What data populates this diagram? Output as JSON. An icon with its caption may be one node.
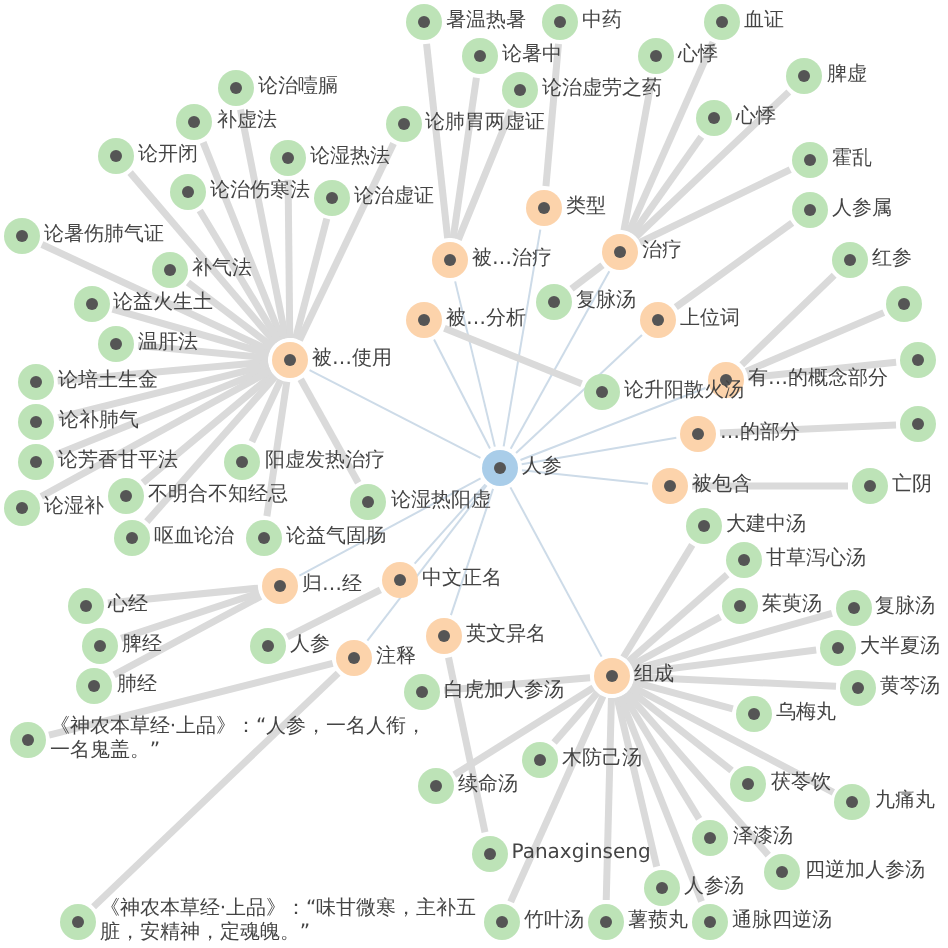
{
  "diagram": {
    "nodes": [
      {
        "text": [
          "人参"
        ]
      },
      {
        "text": [
          "被…使用"
        ]
      },
      {
        "text": [
          "被…治疗"
        ]
      },
      {
        "text": [
          "类型"
        ]
      },
      {
        "text": [
          "被…分析"
        ]
      },
      {
        "text": [
          "治疗"
        ]
      },
      {
        "text": [
          "上位词"
        ]
      },
      {
        "text": [
          "有…的概念部分"
        ]
      },
      {
        "text": [
          "…的部分"
        ]
      },
      {
        "text": [
          "被包含"
        ]
      },
      {
        "text": [
          "归…经"
        ]
      },
      {
        "text": [
          "中文正名"
        ]
      },
      {
        "text": [
          "注释"
        ]
      },
      {
        "text": [
          "英文异名"
        ]
      },
      {
        "text": [
          "组成"
        ]
      },
      {
        "text": [
          "暑温热暑"
        ]
      },
      {
        "text": [
          "论暑中"
        ]
      },
      {
        "text": [
          "中药"
        ]
      },
      {
        "text": [
          "论治虚劳之药"
        ]
      },
      {
        "text": [
          "心悸"
        ]
      },
      {
        "text": [
          "血证"
        ]
      },
      {
        "text": [
          "心悸"
        ]
      },
      {
        "text": [
          "脾虚"
        ]
      },
      {
        "text": [
          "霍乱"
        ]
      },
      {
        "text": [
          "复脉汤"
        ]
      },
      {
        "text": [
          "论升阳散火汤"
        ]
      },
      {
        "text": [
          "人参属"
        ]
      },
      {
        "text": [
          "红参"
        ]
      },
      {
        "text": [],
        "shape": "circle"
      },
      {
        "text": [],
        "shape": "circle"
      },
      {
        "text": [],
        "shape": "circle"
      },
      {
        "text": [
          "亡阴"
        ]
      },
      {
        "text": [
          "补虚法"
        ]
      },
      {
        "text": [
          "论治噎膈"
        ]
      },
      {
        "text": [
          "论肺胃两虚证"
        ]
      },
      {
        "text": [
          "论开闭"
        ]
      },
      {
        "text": [
          "补气法"
        ]
      },
      {
        "text": [
          "论湿热法"
        ]
      },
      {
        "text": [
          "论治伤寒法"
        ]
      },
      {
        "text": [
          "论治虚证"
        ]
      },
      {
        "text": [
          "论暑伤肺气证"
        ]
      },
      {
        "text": [
          "论益火生土"
        ]
      },
      {
        "text": [
          "论培土生金"
        ]
      },
      {
        "text": [
          "温肝法"
        ]
      },
      {
        "text": [
          "论补肺气"
        ]
      },
      {
        "text": [
          "不明合不知经忌"
        ]
      },
      {
        "text": [
          "阳虚发热治疗"
        ]
      },
      {
        "text": [
          "论芳香甘平法"
        ]
      },
      {
        "text": [
          "论湿补"
        ]
      },
      {
        "text": [
          "呕血论治"
        ]
      },
      {
        "text": [
          "论益气固肠"
        ]
      },
      {
        "text": [
          "论湿热阳虚"
        ]
      },
      {
        "text": [
          "心经"
        ]
      },
      {
        "text": [
          "脾经"
        ]
      },
      {
        "text": [
          "肺经"
        ]
      },
      {
        "text": [
          "人参"
        ]
      },
      {
        "text": [
          "《神农本草经·上品》：“人参，一名人衔，一名鬼盖。”"
        ]
      },
      {
        "text": [
          "Panaxginseng"
        ]
      },
      {
        "text": [
          "《神农本草经·上品》：“味甘微寒，主补五脏，安精神，定魂魄。”"
        ]
      },
      {
        "text": [
          "大建中汤"
        ]
      },
      {
        "text": [
          "甘草泻心汤"
        ]
      },
      {
        "text": [
          "复脉汤"
        ]
      },
      {
        "text": [
          "茱萸汤"
        ]
      },
      {
        "text": [
          "大半夏汤"
        ]
      },
      {
        "text": [
          "乌梅丸"
        ]
      },
      {
        "text": [
          "黄芩汤"
        ]
      },
      {
        "text": [
          "茯苓饮"
        ]
      },
      {
        "text": [
          "九痛丸"
        ]
      },
      {
        "text": [
          "白虎加人参汤"
        ]
      },
      {
        "text": [
          "续命汤"
        ]
      },
      {
        "text": [
          "木防己汤"
        ]
      },
      {
        "text": [
          "泽漆汤"
        ]
      },
      {
        "text": [
          "四逆加人参汤"
        ]
      },
      {
        "text": [
          "竹叶汤"
        ]
      },
      {
        "text": [
          "薯蓣丸"
        ]
      },
      {
        "text": [
          "人参汤"
        ]
      },
      {
        "text": [
          "通脉四逆汤"
        ]
      }
    ],
    "edges": [
      {
        "from": 0,
        "to": 1,
        "arrow": "none",
        "color": "#cddbe8"
      },
      {
        "from": 0,
        "to": 2,
        "arrow": "none",
        "color": "#cddbe8"
      },
      {
        "from": 0,
        "to": 3,
        "arrow": "none",
        "color": "#cddbe8"
      },
      {
        "from": 0,
        "to": 4,
        "arrow": "none",
        "color": "#cddbe8"
      },
      {
        "from": 0,
        "to": 5,
        "arrow": "none",
        "color": "#cddbe8"
      },
      {
        "from": 0,
        "to": 6,
        "arrow": "none",
        "color": "#cddbe8"
      },
      {
        "from": 0,
        "to": 7,
        "arrow": "none",
        "color": "#cddbe8"
      },
      {
        "from": 0,
        "to": 8,
        "arrow": "none",
        "color": "#cddbe8"
      },
      {
        "from": 0,
        "to": 9,
        "arrow": "none",
        "color": "#cddbe8"
      },
      {
        "from": 0,
        "to": 10,
        "arrow": "none",
        "color": "#cddbe8"
      },
      {
        "from": 0,
        "to": 11,
        "arrow": "none",
        "color": "#cddbe8"
      },
      {
        "from": 0,
        "to": 12,
        "arrow": "none",
        "color": "#cddbe8"
      },
      {
        "from": 0,
        "to": 13,
        "arrow": "none",
        "color": "#cddbe8"
      },
      {
        "from": 0,
        "to": 14,
        "arrow": "none",
        "color": "#cddbe8"
      },
      {
        "from": 2,
        "to": 15,
        "arrow": "none"
      },
      {
        "from": 2,
        "to": 16,
        "arrow": "none"
      },
      {
        "from": 3,
        "to": 17,
        "arrow": "none"
      },
      {
        "from": 2,
        "to": 18,
        "arrow": "none"
      },
      {
        "from": 5,
        "to": 19,
        "arrow": "none"
      },
      {
        "from": 5,
        "to": 20,
        "arrow": "none"
      },
      {
        "from": 5,
        "to": 21,
        "arrow": "none"
      },
      {
        "from": 5,
        "to": 22,
        "arrow": "none"
      },
      {
        "from": 5,
        "to": 23,
        "arrow": "none"
      },
      {
        "from": 5,
        "to": 24,
        "arrow": "none"
      },
      {
        "from": 4,
        "to": 25,
        "arrow": "none"
      },
      {
        "from": 6,
        "to": 26,
        "arrow": "none"
      },
      {
        "from": 7,
        "to": 27,
        "arrow": "none"
      },
      {
        "from": 7,
        "to": 28,
        "arrow": "none"
      },
      {
        "from": 7,
        "to": 29,
        "arrow": "none"
      },
      {
        "from": 8,
        "to": 30,
        "arrow": "none"
      },
      {
        "from": 9,
        "to": 31,
        "arrow": "none"
      },
      {
        "from": 1,
        "to": 32,
        "arrow": "none"
      },
      {
        "from": 1,
        "to": 33,
        "arrow": "none"
      },
      {
        "from": 1,
        "to": 34,
        "arrow": "none"
      },
      {
        "from": 1,
        "to": 35,
        "arrow": "none"
      },
      {
        "from": 1,
        "to": 36,
        "arrow": "none"
      },
      {
        "from": 1,
        "to": 37,
        "arrow": "none"
      },
      {
        "from": 1,
        "to": 38,
        "arrow": "none"
      },
      {
        "from": 1,
        "to": 39,
        "arrow": "none"
      },
      {
        "from": 1,
        "to": 40,
        "arrow": "none"
      },
      {
        "from": 1,
        "to": 41,
        "arrow": "none"
      },
      {
        "from": 1,
        "to": 42,
        "arrow": "none"
      },
      {
        "from": 1,
        "to": 43,
        "arrow": "none"
      },
      {
        "from": 1,
        "to": 44,
        "arrow": "none"
      },
      {
        "from": 1,
        "to": 45,
        "arrow": "none"
      },
      {
        "from": 1,
        "to": 46,
        "arrow": "none"
      },
      {
        "from": 1,
        "to": 47,
        "arrow": "none"
      },
      {
        "from": 1,
        "to": 48,
        "arrow": "none"
      },
      {
        "from": 1,
        "to": 49,
        "arrow": "none"
      },
      {
        "from": 1,
        "to": 50,
        "arrow": "none"
      },
      {
        "from": 1,
        "to": 51,
        "arrow": "none"
      },
      {
        "from": 10,
        "to": 52,
        "arrow": "none"
      },
      {
        "from": 10,
        "to": 53,
        "arrow": "none"
      },
      {
        "from": 10,
        "to": 54,
        "arrow": "none"
      },
      {
        "from": 11,
        "to": 55,
        "arrow": "none"
      },
      {
        "from": 12,
        "to": 56,
        "arrow": "none"
      },
      {
        "from": 13,
        "to": 57,
        "arrow": "none"
      },
      {
        "from": 12,
        "to": 58,
        "arrow": "none"
      },
      {
        "from": 14,
        "to": 59,
        "arrow": "none"
      },
      {
        "from": 14,
        "to": 60,
        "arrow": "none"
      },
      {
        "from": 14,
        "to": 61,
        "arrow": "none"
      },
      {
        "from": 14,
        "to": 62,
        "arrow": "none"
      },
      {
        "from": 14,
        "to": 63,
        "arrow": "none"
      },
      {
        "from": 14,
        "to": 64,
        "arrow": "none"
      },
      {
        "from": 14,
        "to": 65,
        "arrow": "none"
      },
      {
        "from": 14,
        "to": 66,
        "arrow": "none"
      },
      {
        "from": 14,
        "to": 67,
        "arrow": "none"
      },
      {
        "from": 14,
        "to": 68,
        "arrow": "none"
      },
      {
        "from": 14,
        "to": 69,
        "arrow": "none"
      },
      {
        "from": 14,
        "to": 70,
        "arrow": "none"
      },
      {
        "from": 14,
        "to": 71,
        "arrow": "none"
      },
      {
        "from": 14,
        "to": 72,
        "arrow": "none"
      },
      {
        "from": 14,
        "to": 73,
        "arrow": "none"
      },
      {
        "from": 14,
        "to": 74,
        "arrow": "none"
      },
      {
        "from": 14,
        "to": 75,
        "arrow": "none"
      },
      {
        "from": 14,
        "to": 76,
        "arrow": "none"
      }
    ]
  }
}
